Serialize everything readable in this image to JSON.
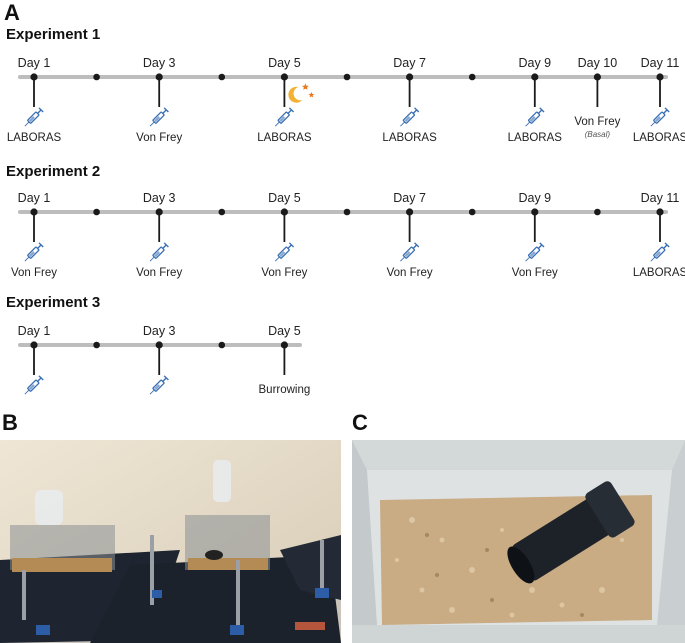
{
  "panels": {
    "a": "A",
    "b": "B",
    "c": "C"
  },
  "experiments": [
    {
      "title": "Experiment 1",
      "days": [
        {
          "label": "Day 1",
          "event": "LABORAS",
          "syringe": true
        },
        {
          "label": "Day 3",
          "event": "Von Frey",
          "syringe": true
        },
        {
          "label": "Day 5",
          "event": "LABORAS",
          "syringe": true,
          "night": true
        },
        {
          "label": "Day 7",
          "event": "LABORAS",
          "syringe": true
        },
        {
          "label": "Day 9",
          "event": "LABORAS",
          "syringe": true
        },
        {
          "label": "Day 10",
          "event": "Von Frey",
          "syringe": false,
          "note": "(Basal)"
        },
        {
          "label": "Day 11",
          "event": "LABORAS",
          "syringe": true
        }
      ]
    },
    {
      "title": "Experiment 2",
      "days": [
        {
          "label": "Day 1",
          "event": "Von Frey",
          "syringe": true
        },
        {
          "label": "Day 3",
          "event": "Von Frey",
          "syringe": true
        },
        {
          "label": "Day 5",
          "event": "Von Frey",
          "syringe": true
        },
        {
          "label": "Day 7",
          "event": "Von Frey",
          "syringe": true
        },
        {
          "label": "Day 9",
          "event": "Von Frey",
          "syringe": true
        },
        {
          "label": "Day 11",
          "event": "LABORAS",
          "syringe": true
        }
      ]
    },
    {
      "title": "Experiment 3",
      "days": [
        {
          "label": "Day 1",
          "event": "",
          "syringe": true
        },
        {
          "label": "Day 3",
          "event": "",
          "syringe": true
        },
        {
          "label": "Day 5",
          "event": "Burrowing",
          "syringe": false
        }
      ]
    }
  ],
  "colors": {
    "line": "#bdbdbd",
    "dot": "#1a1a1a",
    "syringe": "#3a6fb3",
    "moon": "#f2b233",
    "star": "#e8781e"
  }
}
